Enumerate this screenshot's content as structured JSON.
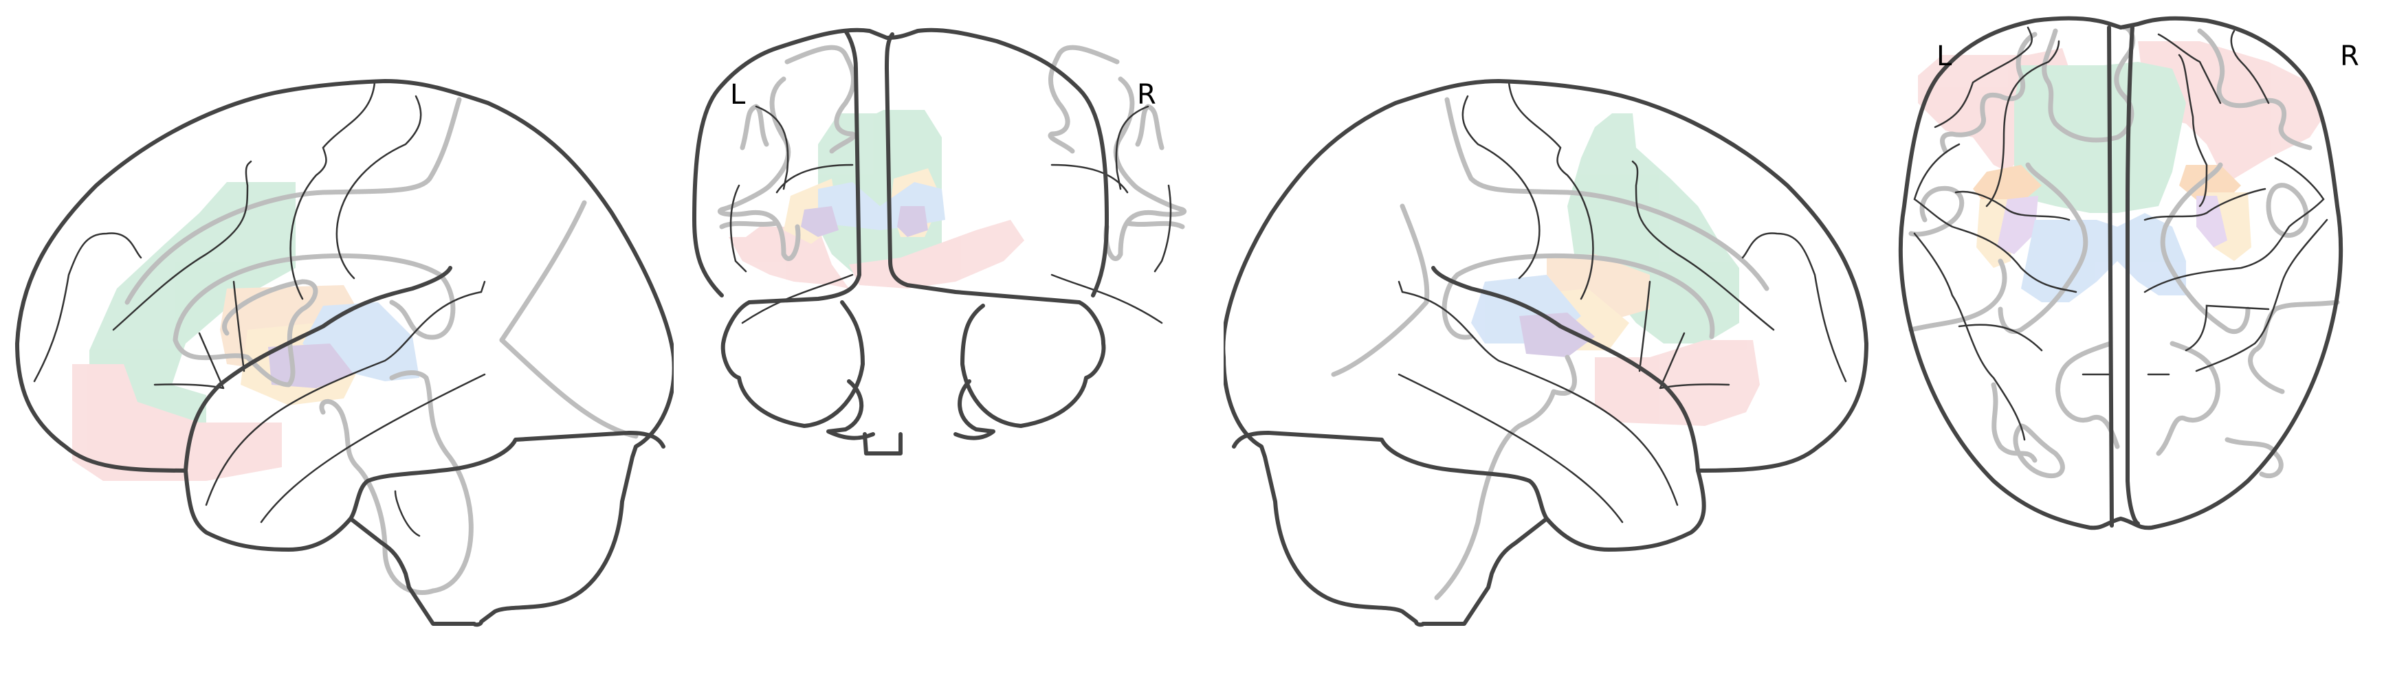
{
  "figure": {
    "type": "glass-brain",
    "views": [
      {
        "id": "sagittal-left",
        "orientation": "x",
        "labels": []
      },
      {
        "id": "coronal",
        "orientation": "y",
        "labels": [
          "L",
          "R"
        ]
      },
      {
        "id": "sagittal-right",
        "orientation": "x",
        "labels": []
      },
      {
        "id": "axial",
        "orientation": "z",
        "labels": [
          "L",
          "R"
        ]
      }
    ],
    "coronal": {
      "left_label": "L",
      "right_label": "R"
    },
    "axial": {
      "left_label": "L",
      "right_label": "R"
    },
    "regions": [
      {
        "name": "green-region",
        "color": "#9fd8b8"
      },
      {
        "name": "pink-region",
        "color": "#f5bcbc"
      },
      {
        "name": "orange-region",
        "color": "#f5b070"
      },
      {
        "name": "light-orange-region",
        "color": "#fad8a0"
      },
      {
        "name": "blue-region",
        "color": "#a8c8ef"
      },
      {
        "name": "purple-region",
        "color": "#c8a8e0"
      }
    ]
  }
}
